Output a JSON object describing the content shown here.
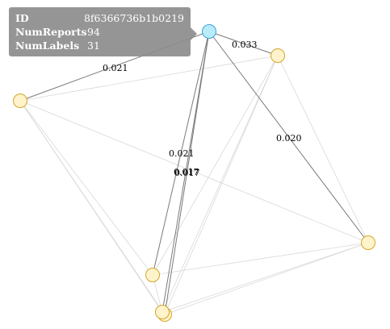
{
  "tooltip": {
    "rows": [
      {
        "key": "ID",
        "value": "8f6366736b1b0219"
      },
      {
        "key": "NumReports",
        "value": "94"
      },
      {
        "key": "NumLabels",
        "value": "31"
      }
    ]
  },
  "edge_labels": [
    "0.033",
    "0.021",
    "0.020",
    "0.021",
    "0.017",
    "0.017"
  ],
  "colors": {
    "node_fill": "#fff3cc",
    "node_stroke": "#d4a62a",
    "selected_fill": "#b9ecf8",
    "selected_stroke": "#3a9fd6",
    "tooltip_bg": "#8c8c8c"
  }
}
